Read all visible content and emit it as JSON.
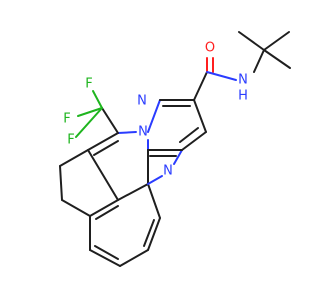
{
  "molecule": {
    "colors": {
      "carbon": "#1f1f1f",
      "nitrogen": "#2a3cff",
      "oxygen": "#ff1f1f",
      "fluorine": "#1fb51f",
      "background": "#ffffff"
    },
    "atom_labels": {
      "n_pyrazole_1": "N",
      "n_pyrazole_2": "N",
      "n_pyrimidine": "N",
      "n_amide": "N",
      "h_amide": "H",
      "o_carbonyl": "O",
      "f1": "F",
      "f2": "F",
      "f3": "F"
    }
  }
}
